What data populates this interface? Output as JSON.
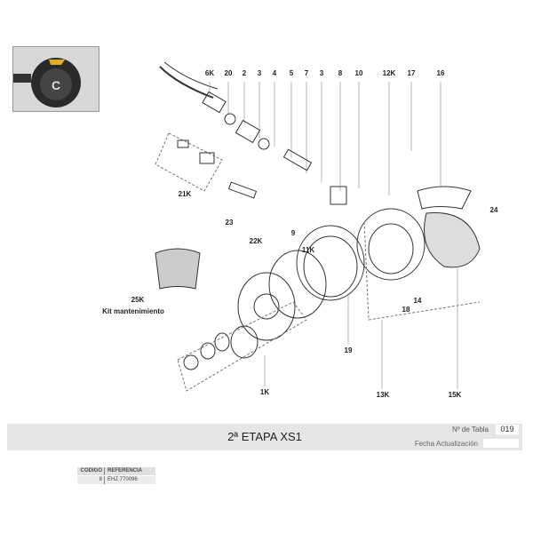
{
  "callouts": {
    "6K": "6K",
    "20": "20",
    "2": "2",
    "3a": "3",
    "4": "4",
    "5": "5",
    "7": "7",
    "3b": "3",
    "8": "8",
    "10": "10",
    "12K": "12K",
    "17": "17",
    "16": "16",
    "21K": "21K",
    "23": "23",
    "22K": "22K",
    "9": "9",
    "11K": "11K",
    "24": "24",
    "18": "18",
    "14": "14",
    "19": "19",
    "25K": "25K",
    "kit": "Kit mantenimiento",
    "1K": "1K",
    "13K": "13K",
    "15K": "15K"
  },
  "header": {
    "title": "2ª ETAPA XS1",
    "tabla_label": "Nº de Tabla",
    "tabla_value": "019",
    "fecha_label": "Fecha Actualización"
  },
  "table": {
    "headers": [
      "CODIGO",
      "REFERENCIA"
    ],
    "rows": [
      [
        "8",
        "EHZ 770096"
      ]
    ]
  }
}
